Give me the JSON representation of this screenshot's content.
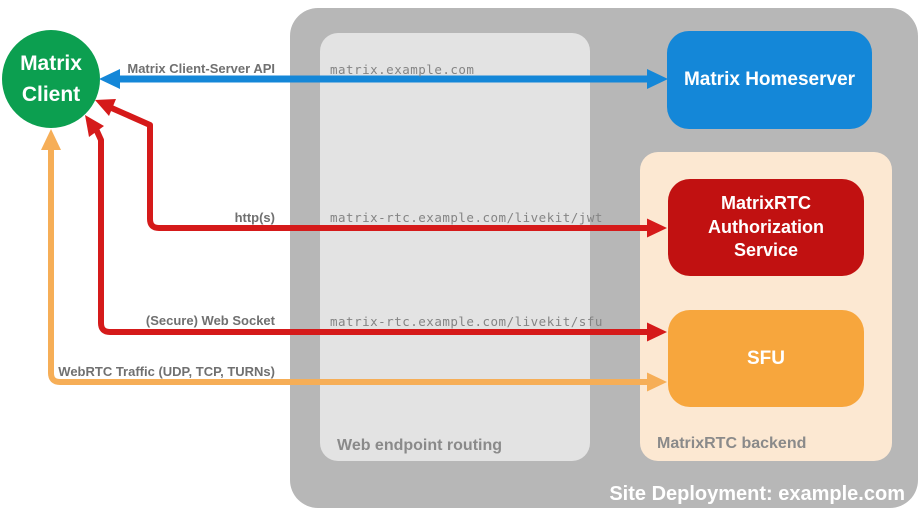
{
  "containers": {
    "site_deployment": {
      "label": "Site Deployment: example.com"
    },
    "web_endpoint_routing": {
      "label": "Web endpoint routing"
    },
    "matrixrtc_backend": {
      "label": "MatrixRTC backend"
    }
  },
  "nodes": {
    "matrix_client": {
      "label": "Matrix Client"
    },
    "matrix_homeserver": {
      "label": "Matrix Homeserver"
    },
    "matrixrtc_authorization_service": {
      "label": "MatrixRTC Authorization Service"
    },
    "sfu": {
      "label": "SFU"
    }
  },
  "connections": {
    "client_server_api": {
      "label": "Matrix Client-Server API",
      "route": "matrix.example.com"
    },
    "https": {
      "label": "http(s)",
      "route": "matrix-rtc.example.com/livekit/jwt"
    },
    "web_socket": {
      "label": "(Secure) Web Socket",
      "route": "matrix-rtc.example.com/livekit/sfu"
    },
    "webrtc_traffic": {
      "label": "WebRTC Traffic (UDP, TCP, TURNs)"
    }
  },
  "colors": {
    "container_gray": "#b7b7b7",
    "routing_gray": "#e3e3e3",
    "backend_peach": "#fce8d2",
    "client_green": "#0c9f50",
    "homeserver_blue": "#1487d8",
    "auth_red": "#c11111",
    "sfu_orange": "#f7a63d",
    "arrow_blue": "#1487d8",
    "arrow_red": "#d51a1a",
    "arrow_orange": "#f6ae57",
    "label_gray": "#707070",
    "route_text_gray": "#848484"
  }
}
